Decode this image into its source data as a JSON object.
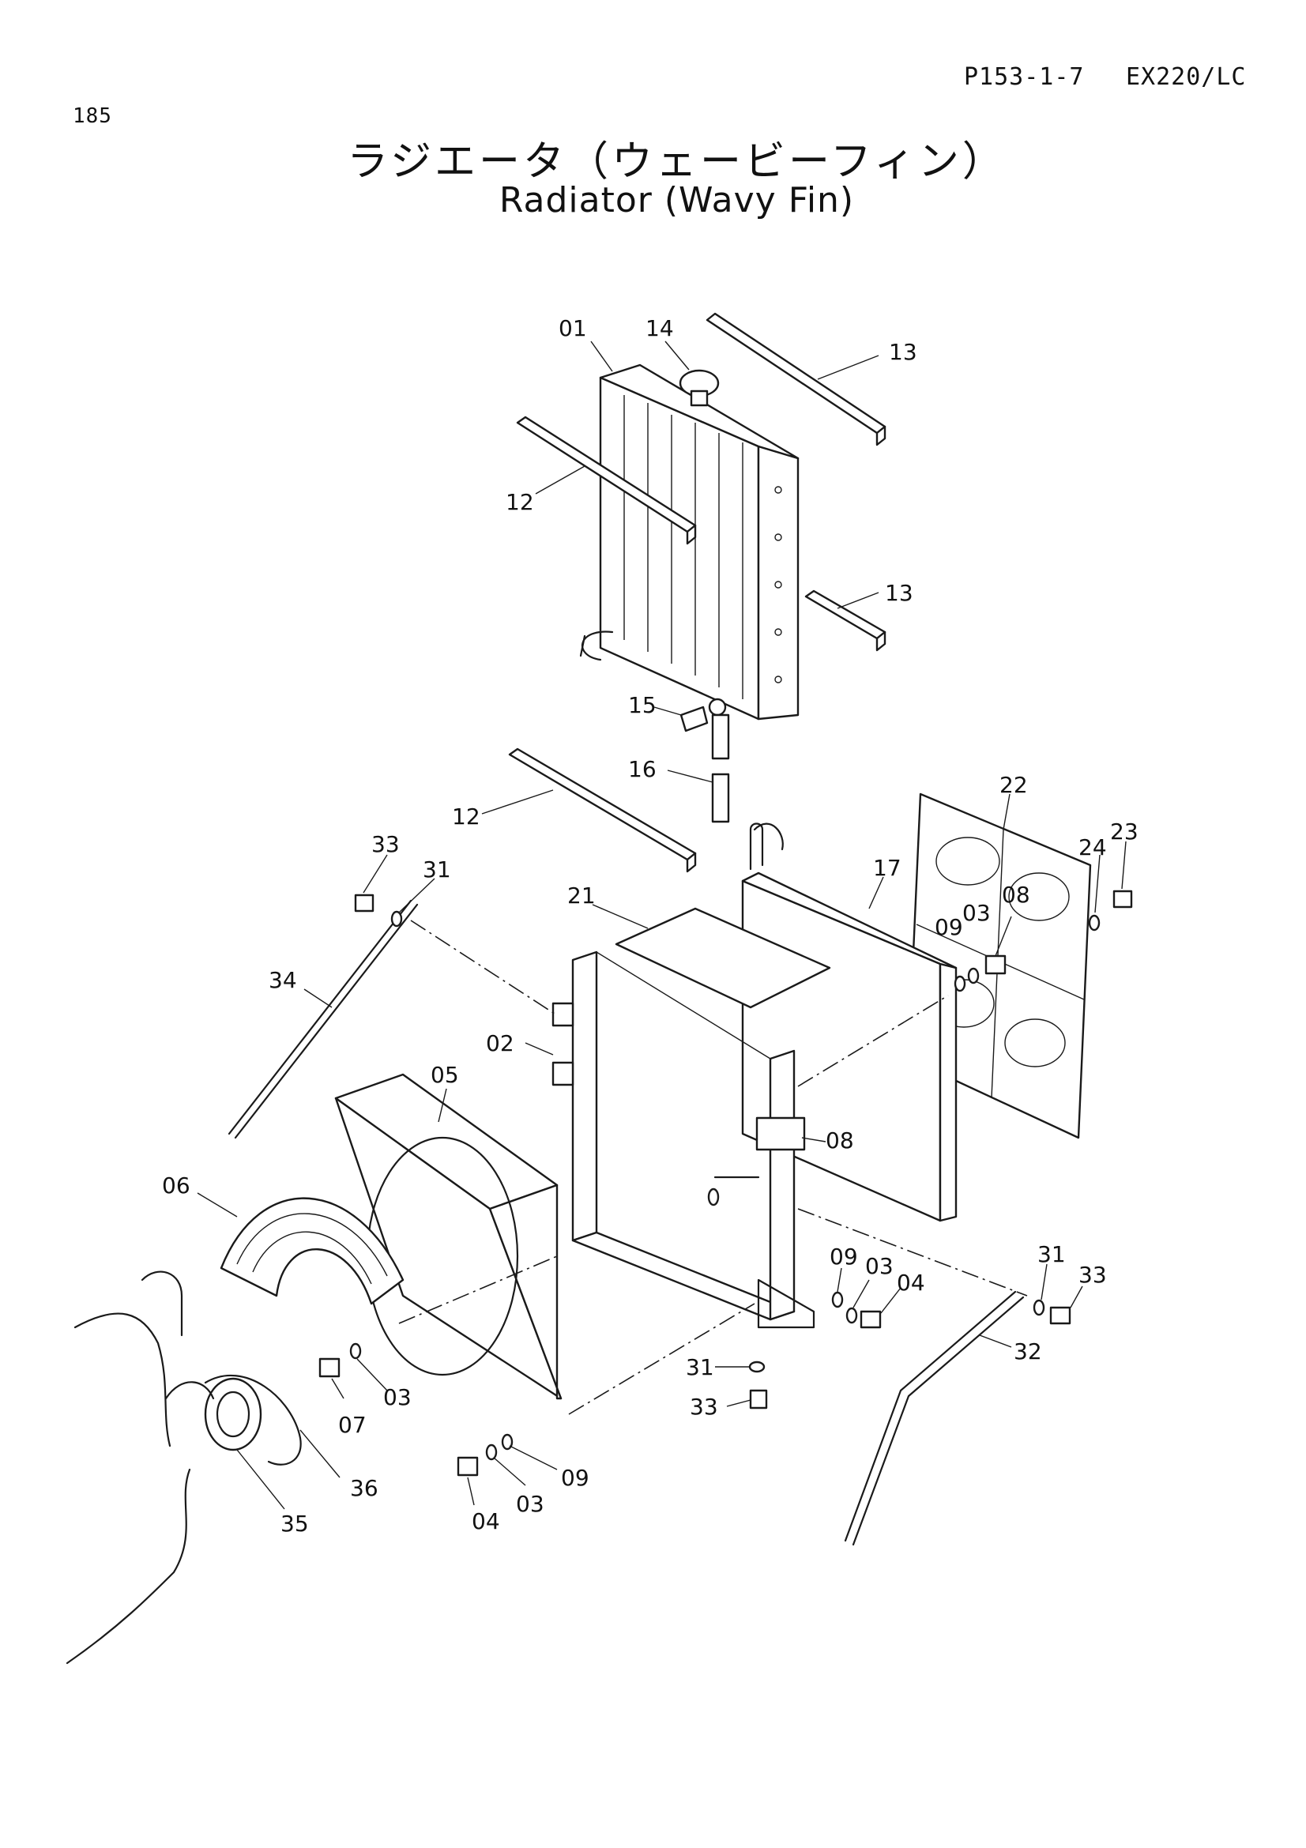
{
  "header": {
    "page_number": "185",
    "plate_code": "P153-1-7",
    "model": "EX220/LC"
  },
  "title": {
    "japanese": "ラジエータ（ウェービーフィン）",
    "english": "Radiator (Wavy Fin)"
  },
  "callouts": [
    {
      "id": "c01",
      "text": "01"
    },
    {
      "id": "c14",
      "text": "14"
    },
    {
      "id": "c13a",
      "text": "13"
    },
    {
      "id": "c12a",
      "text": "12"
    },
    {
      "id": "c13b",
      "text": "13"
    },
    {
      "id": "c15",
      "text": "15"
    },
    {
      "id": "c16",
      "text": "16"
    },
    {
      "id": "c12b",
      "text": "12"
    },
    {
      "id": "c22",
      "text": "22"
    },
    {
      "id": "c23",
      "text": "23"
    },
    {
      "id": "c24",
      "text": "24"
    },
    {
      "id": "c33a",
      "text": "33"
    },
    {
      "id": "c31a",
      "text": "31"
    },
    {
      "id": "c21",
      "text": "21"
    },
    {
      "id": "c17",
      "text": "17"
    },
    {
      "id": "c08a",
      "text": "08"
    },
    {
      "id": "c09a",
      "text": "09"
    },
    {
      "id": "c03a",
      "text": "03"
    },
    {
      "id": "c34",
      "text": "34"
    },
    {
      "id": "c02",
      "text": "02"
    },
    {
      "id": "c05",
      "text": "05"
    },
    {
      "id": "c08b",
      "text": "08"
    },
    {
      "id": "c06",
      "text": "06"
    },
    {
      "id": "c09b",
      "text": "09"
    },
    {
      "id": "c03b",
      "text": "03"
    },
    {
      "id": "c04a",
      "text": "04"
    },
    {
      "id": "c31b",
      "text": "31"
    },
    {
      "id": "c33b",
      "text": "33"
    },
    {
      "id": "c32",
      "text": "32"
    },
    {
      "id": "c31c",
      "text": "31"
    },
    {
      "id": "c33c",
      "text": "33"
    },
    {
      "id": "c07",
      "text": "07"
    },
    {
      "id": "c03c",
      "text": "03"
    },
    {
      "id": "c36",
      "text": "36"
    },
    {
      "id": "c35",
      "text": "35"
    },
    {
      "id": "c04b",
      "text": "04"
    },
    {
      "id": "c03d",
      "text": "03"
    },
    {
      "id": "c09c",
      "text": "09"
    }
  ]
}
